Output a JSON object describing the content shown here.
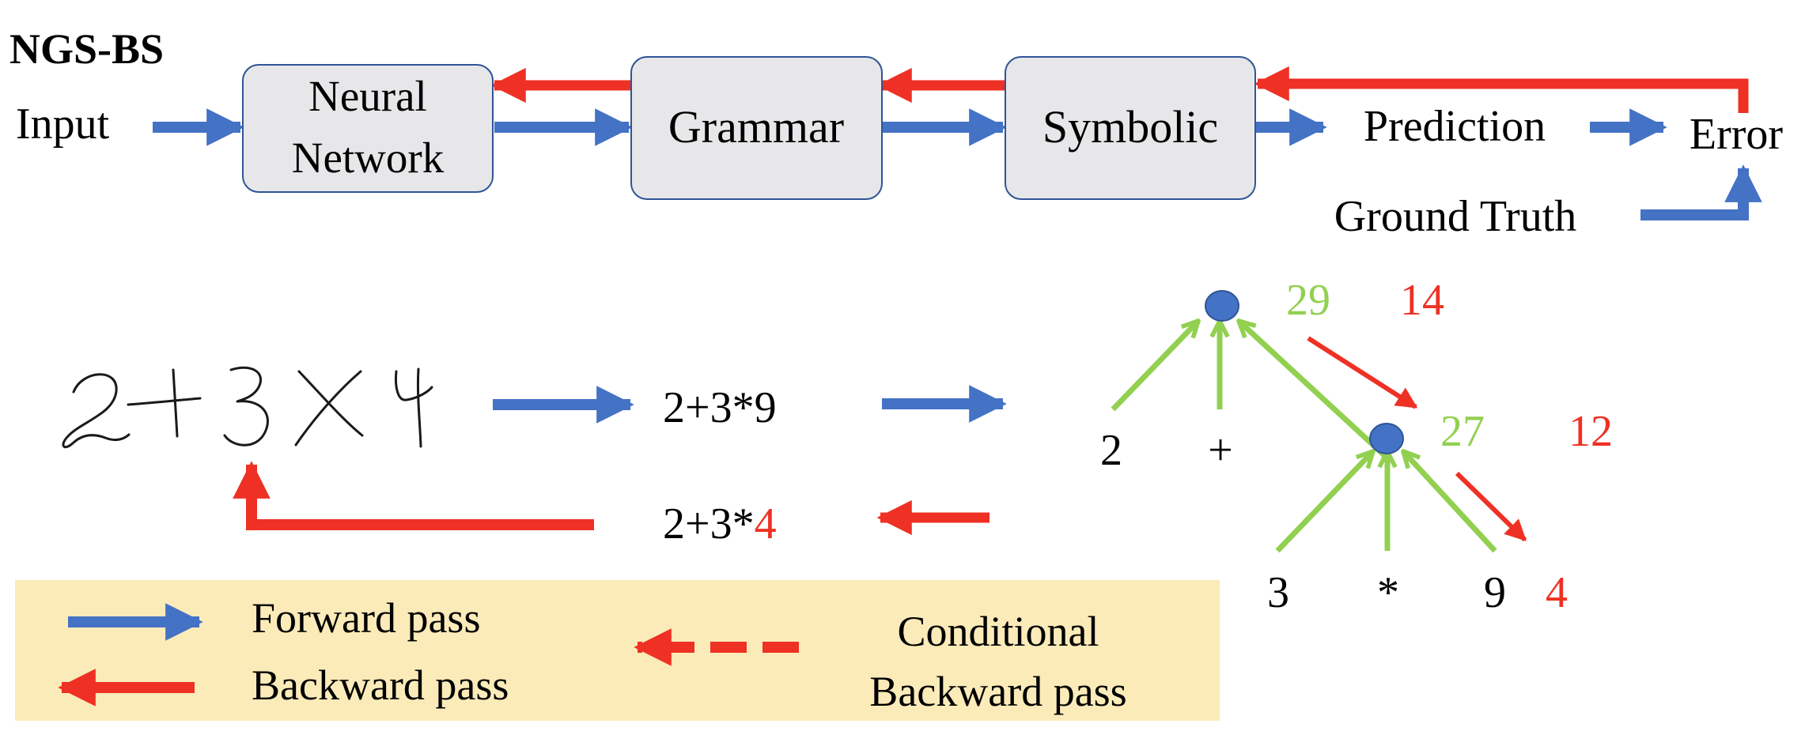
{
  "title": "NGS-BS",
  "colors": {
    "forward": "#4472C4",
    "backward": "#EE3124",
    "tree": "#92D050",
    "node": "#4472C4",
    "box_fill": "#E7E7E9",
    "box_stroke": "#2F5496",
    "legend_bg": "#FBEBB9",
    "text": "#000000"
  },
  "pipeline": {
    "input": "Input",
    "neural_network": [
      "Neural",
      "Network"
    ],
    "grammar": "Grammar",
    "symbolic": "Symbolic",
    "prediction": "Prediction",
    "error": "Error",
    "ground_truth": "Ground Truth"
  },
  "example": {
    "handwritten": "2+3×4",
    "parsed": "2+3*9",
    "corrected_prefix": "2+3*",
    "corrected_digit": "4"
  },
  "tree": {
    "root_value": "29",
    "root_target": "14",
    "sub_value": "27",
    "sub_target": "12",
    "left_leaves": [
      "2",
      "+"
    ],
    "sub_leaves": [
      "3",
      "*",
      "9"
    ],
    "leaf_target": "4"
  },
  "legend": {
    "forward": "Forward pass",
    "backward": "Backward pass",
    "conditional": [
      "Conditional",
      "Backward pass"
    ]
  }
}
